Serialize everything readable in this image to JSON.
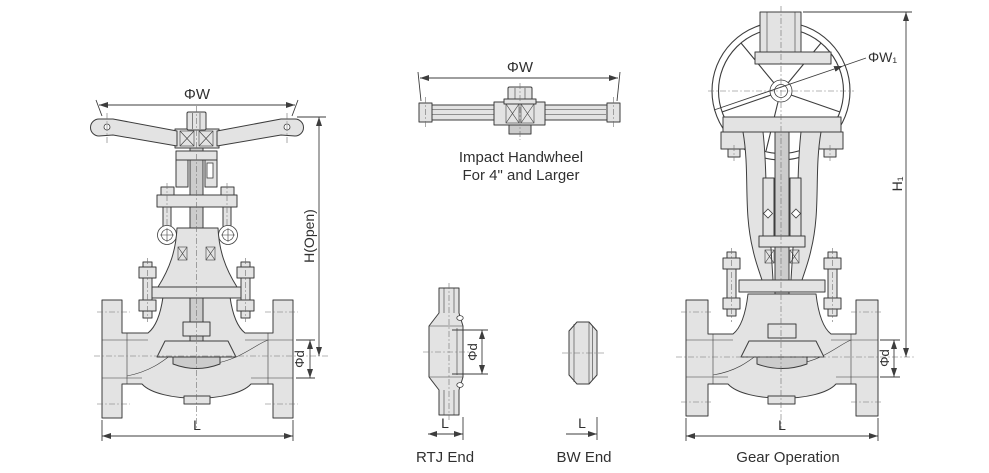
{
  "front_view": {
    "dim_phi_w": "ΦW",
    "dim_h_open": "H(Open)",
    "dim_phi_d": "Φd",
    "dim_l": "L"
  },
  "impact_handwheel": {
    "dim_phi_w": "ΦW",
    "caption_line1": "Impact Handwheel",
    "caption_line2": "For 4\" and Larger"
  },
  "rtj_end": {
    "dim_phi_d": "Φd",
    "dim_l": "L",
    "caption": "RTJ End"
  },
  "bw_end": {
    "dim_l": "L",
    "caption": "BW End"
  },
  "gear_operation": {
    "dim_phi_w1": "ΦW₁",
    "dim_h1": "H₁",
    "dim_phi_d": "Φd",
    "dim_l": "L",
    "caption": "Gear Operation"
  },
  "colors": {
    "line": "#3d3d3d",
    "section_fill": "#e3e3e3",
    "stem_fill": "#cccccc",
    "background": "#ffffff"
  }
}
